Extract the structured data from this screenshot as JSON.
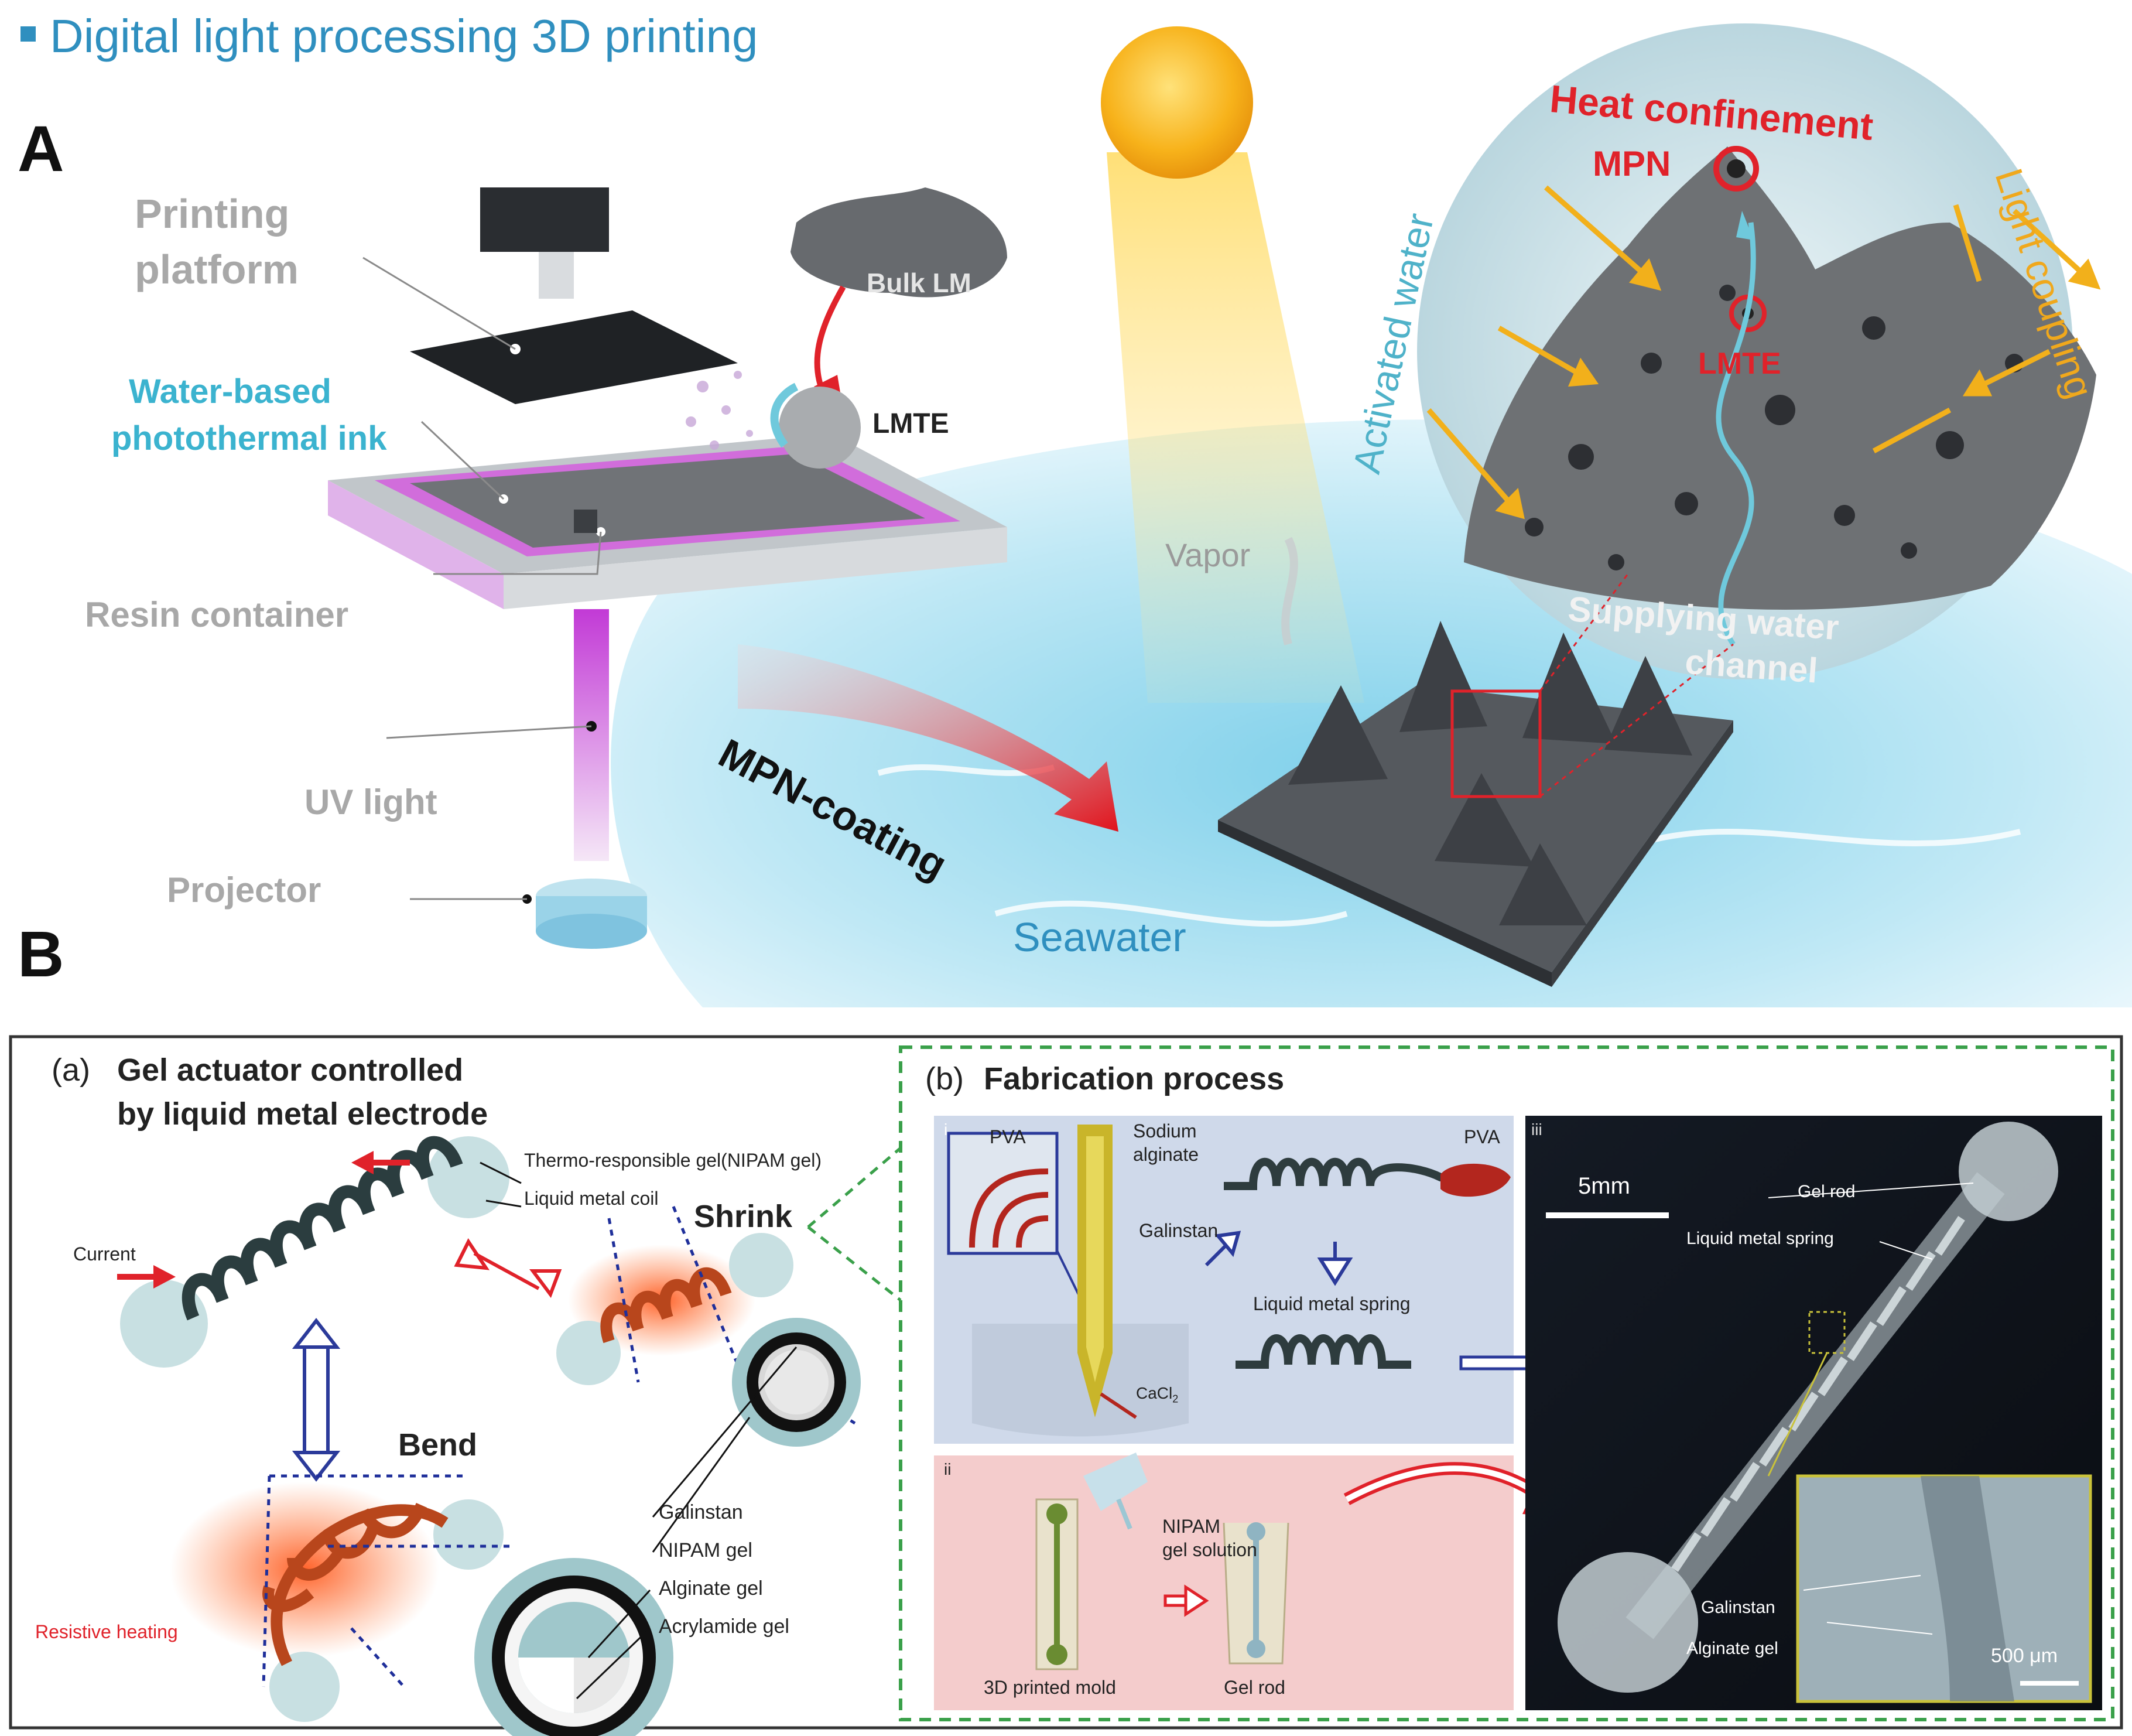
{
  "header": {
    "title": "Digital light processing 3D printing"
  },
  "panel_a": {
    "letter": "A",
    "printing_platform_1": "Printing",
    "printing_platform_2": "platform",
    "bulk_lm": "Bulk LM",
    "lmte": "LMTE",
    "ink_1": "Water-based",
    "ink_2": "photothermal ink",
    "resin_container": "Resin container",
    "uv_light": "UV light",
    "projector": "Projector",
    "mpn_coating": "MPN-coating",
    "seawater": "Seawater",
    "vapor": "Vapor",
    "activated_water": "Activated water",
    "heat_confinement": "Heat confinement",
    "light_coupling": "Light coupling",
    "mpn": "MPN",
    "lmte_red": "LMTE",
    "supply_1": "Supplying water",
    "supply_2": "channel"
  },
  "panel_b": {
    "letter": "B",
    "a_prefix": "(a)",
    "a_title_1": "Gel actuator controlled",
    "a_title_2": "by liquid metal electrode",
    "thermo_gel": "Thermo-responsible gel(NIPAM gel)",
    "liquid_metal_coil": "Liquid metal coil",
    "current": "Current",
    "shrink": "Shrink",
    "bend": "Bend",
    "resistive_heating": "Resistive heating",
    "galinstan": "Galinstan",
    "nipam_gel": "NIPAM gel",
    "alginate_gel": "Alginate gel",
    "acrylamide_gel": "Acrylamide gel",
    "b_prefix": "(b)",
    "b_title": "Fabrication process",
    "step_i": "i",
    "pva_left": "PVA",
    "sodium_1": "Sodium",
    "sodium_2": "alginate",
    "pva_right": "PVA",
    "galinstan_i": "Galinstan",
    "lm_spring": "Liquid metal spring",
    "cacl2": "CaCl",
    "cacl2_sub": "2",
    "step_ii": "ii",
    "nipam_1": "NIPAM",
    "nipam_2": "gel solution",
    "mold": "3D printed mold",
    "gel_rod_ii": "Gel rod",
    "step_iii": "iii",
    "scale_5mm": "5mm",
    "gel_rod": "Gel rod",
    "lm_spring_iii": "Liquid metal spring",
    "galinstan_iii": "Galinstan",
    "alginate_iii": "Alginate gel",
    "scale_500": "500 μm"
  },
  "colors": {
    "title_blue": "#2f8fbf",
    "cyan_label": "#3bb3cf",
    "red_label": "#e0222a",
    "orange_label": "#f0a81c",
    "gray_label": "#a8a8a8",
    "dashed_green": "#3aa04a"
  }
}
